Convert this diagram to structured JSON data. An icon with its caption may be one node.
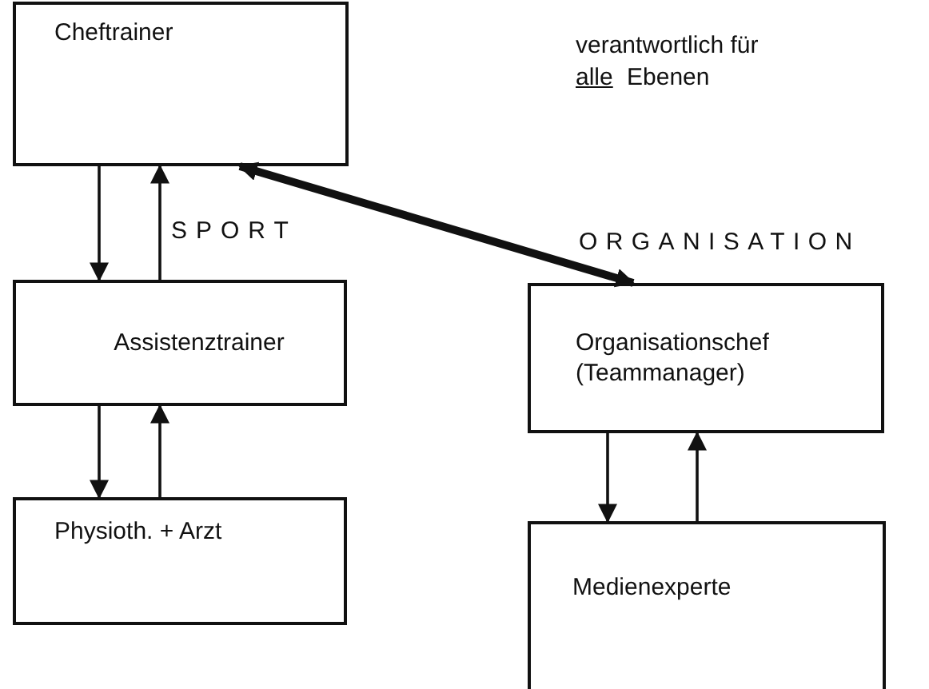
{
  "diagram": {
    "nodes": [
      {
        "text": [
          "Cheftrainer"
        ]
      },
      {
        "text": [
          "Assistenztrainer"
        ]
      },
      {
        "text": [
          "Physioth. + Arzt"
        ]
      },
      {
        "text": [
          "Organisationschef (Teammanager)"
        ]
      },
      {
        "text": [
          "Medienexperte"
        ]
      }
    ],
    "edges": [
      {
        "from": 0,
        "to": 1,
        "arrow": "to"
      },
      {
        "from": 1,
        "to": 0,
        "arrow": "to"
      },
      {
        "from": 1,
        "to": 2,
        "arrow": "to"
      },
      {
        "from": 2,
        "to": 1,
        "arrow": "to"
      },
      {
        "from": 3,
        "to": 4,
        "arrow": "to"
      },
      {
        "from": 4,
        "to": 3,
        "arrow": "to"
      },
      {
        "from": 0,
        "to": 3,
        "arrow": "both",
        "style": "thick"
      }
    ],
    "labels": [
      "verantwortlich für",
      "alle",
      "Ebenen",
      "SPORT",
      "ORGANISATION"
    ]
  }
}
